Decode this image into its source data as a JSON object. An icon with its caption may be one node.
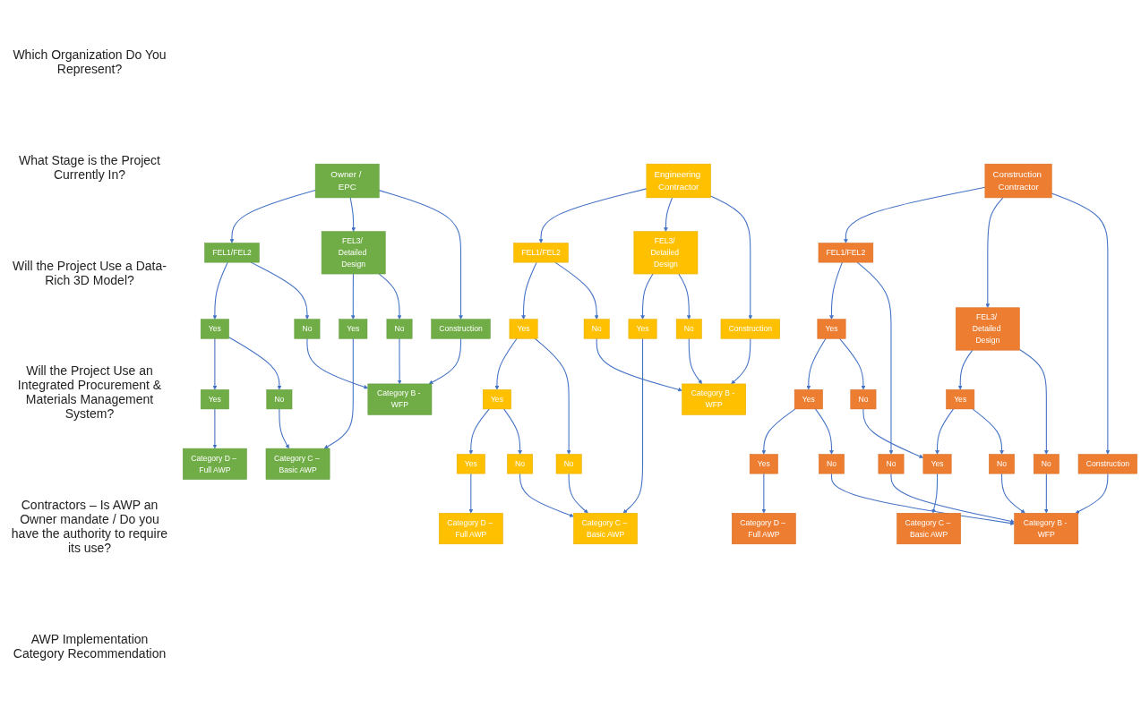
{
  "diagram": {
    "nodes": [
      {
        "text": [
          "Owner / EPC"
        ]
      },
      {
        "text": [
          "FEL1/FEL2"
        ]
      },
      {
        "text": [
          "FEL3/ Detailed Design"
        ]
      },
      {
        "text": [
          "Construction"
        ]
      },
      {
        "text": [
          "Yes"
        ]
      },
      {
        "text": [
          "No"
        ]
      },
      {
        "text": [
          "Yes"
        ]
      },
      {
        "text": [
          "No"
        ]
      },
      {
        "text": [
          "Yes"
        ]
      },
      {
        "text": [
          "No"
        ]
      },
      {
        "text": [
          "Category D – Full AWP"
        ]
      },
      {
        "text": [
          "Category C – Basic AWP"
        ]
      },
      {
        "text": [
          "Category B - WFP"
        ]
      },
      {
        "text": [
          "Engineering Contractor"
        ]
      },
      {
        "text": [
          "FEL1/FEL2"
        ]
      },
      {
        "text": [
          "FEL3/ Detailed Design"
        ]
      },
      {
        "text": [
          "Construction"
        ]
      },
      {
        "text": [
          "Yes"
        ]
      },
      {
        "text": [
          "No"
        ]
      },
      {
        "text": [
          "Yes"
        ]
      },
      {
        "text": [
          "No"
        ]
      },
      {
        "text": [
          "Yes"
        ]
      },
      {
        "text": [
          "No"
        ]
      },
      {
        "text": [
          "Yes"
        ]
      },
      {
        "text": [
          "No"
        ]
      },
      {
        "text": [
          "Category D – Full AWP"
        ]
      },
      {
        "text": [
          "Category C – Basic AWP"
        ]
      },
      {
        "text": [
          "Category B - WFP"
        ]
      },
      {
        "text": [
          "Construction Contractor"
        ]
      },
      {
        "text": [
          "FEL1/FEL2"
        ]
      },
      {
        "text": [
          "FEL3/ Detailed Design"
        ]
      },
      {
        "text": [
          "Construction"
        ]
      },
      {
        "text": [
          "Yes"
        ]
      },
      {
        "text": [
          "No"
        ]
      },
      {
        "text": [
          "Yes"
        ]
      },
      {
        "text": [
          "No"
        ]
      },
      {
        "text": [
          "Yes"
        ]
      },
      {
        "text": [
          "No"
        ]
      },
      {
        "text": [
          "Yes"
        ]
      },
      {
        "text": [
          "No"
        ]
      },
      {
        "text": [
          "Yes"
        ]
      },
      {
        "text": [
          "No"
        ]
      },
      {
        "text": [
          "Category D – Full AWP"
        ]
      },
      {
        "text": [
          "Category C – Basic AWP"
        ]
      },
      {
        "text": [
          "Category B - WFP"
        ]
      }
    ],
    "edges": [
      {
        "from": 0,
        "to": 1,
        "arrow": "to"
      },
      {
        "from": 0,
        "to": 2,
        "arrow": "to"
      },
      {
        "from": 0,
        "to": 3,
        "arrow": "to"
      },
      {
        "from": 1,
        "to": 4,
        "arrow": "to"
      },
      {
        "from": 1,
        "to": 5,
        "arrow": "to"
      },
      {
        "from": 2,
        "to": 6,
        "arrow": "to"
      },
      {
        "from": 2,
        "to": 7,
        "arrow": "to"
      },
      {
        "from": 4,
        "to": 8,
        "arrow": "to"
      },
      {
        "from": 4,
        "to": 9,
        "arrow": "to"
      },
      {
        "from": 5,
        "to": 12,
        "arrow": "to"
      },
      {
        "from": 6,
        "to": 11,
        "arrow": "to"
      },
      {
        "from": 7,
        "to": 12,
        "arrow": "to"
      },
      {
        "from": 8,
        "to": 10,
        "arrow": "to"
      },
      {
        "from": 9,
        "to": 11,
        "arrow": "to"
      },
      {
        "from": 3,
        "to": 12,
        "arrow": "to"
      },
      {
        "from": 13,
        "to": 14,
        "arrow": "to"
      },
      {
        "from": 13,
        "to": 15,
        "arrow": "to"
      },
      {
        "from": 13,
        "to": 16,
        "arrow": "to"
      },
      {
        "from": 14,
        "to": 17,
        "arrow": "to"
      },
      {
        "from": 14,
        "to": 18,
        "arrow": "to"
      },
      {
        "from": 15,
        "to": 19,
        "arrow": "to"
      },
      {
        "from": 15,
        "to": 20,
        "arrow": "to"
      },
      {
        "from": 17,
        "to": 21,
        "arrow": "to"
      },
      {
        "from": 17,
        "to": 22,
        "arrow": "to"
      },
      {
        "from": 18,
        "to": 27,
        "arrow": "to"
      },
      {
        "from": 19,
        "to": 26,
        "arrow": "to"
      },
      {
        "from": 20,
        "to": 27,
        "arrow": "to"
      },
      {
        "from": 21,
        "to": 23,
        "arrow": "to"
      },
      {
        "from": 21,
        "to": 24,
        "arrow": "to"
      },
      {
        "from": 22,
        "to": 26,
        "arrow": "to"
      },
      {
        "from": 23,
        "to": 25,
        "arrow": "to"
      },
      {
        "from": 24,
        "to": 26,
        "arrow": "to"
      },
      {
        "from": 16,
        "to": 27,
        "arrow": "to"
      },
      {
        "from": 28,
        "to": 29,
        "arrow": "to"
      },
      {
        "from": 28,
        "to": 30,
        "arrow": "to"
      },
      {
        "from": 28,
        "to": 31,
        "arrow": "to"
      },
      {
        "from": 29,
        "to": 32,
        "arrow": "to"
      },
      {
        "from": 29,
        "to": 33,
        "arrow": "to"
      },
      {
        "from": 30,
        "to": 34,
        "arrow": "to"
      },
      {
        "from": 30,
        "to": 35,
        "arrow": "to"
      },
      {
        "from": 32,
        "to": 36,
        "arrow": "to"
      },
      {
        "from": 32,
        "to": 37,
        "arrow": "to"
      },
      {
        "from": 33,
        "to": 44,
        "arrow": "to"
      },
      {
        "from": 34,
        "to": 40,
        "arrow": "to"
      },
      {
        "from": 34,
        "to": 41,
        "arrow": "to"
      },
      {
        "from": 35,
        "to": 44,
        "arrow": "to"
      },
      {
        "from": 36,
        "to": 38,
        "arrow": "to"
      },
      {
        "from": 36,
        "to": 39,
        "arrow": "to"
      },
      {
        "from": 37,
        "to": 40,
        "arrow": "to"
      },
      {
        "from": 38,
        "to": 42,
        "arrow": "to"
      },
      {
        "from": 39,
        "to": 44,
        "arrow": "to"
      },
      {
        "from": 40,
        "to": 43,
        "arrow": "to"
      },
      {
        "from": 41,
        "to": 44,
        "arrow": "to"
      },
      {
        "from": 31,
        "to": 44,
        "arrow": "to"
      }
    ],
    "labels": [
      "Which Organization Do You Represent?",
      "What Stage is the Project Currently In?",
      "Will the Project Use a Data-Rich 3D Model?",
      "Will the Project Use an Integrated Procurement & Materials Management System?",
      "Contractors – Is AWP an Owner mandate / Do you have the authority to require its use?",
      "AWP Implementation Category Recommendation"
    ]
  }
}
